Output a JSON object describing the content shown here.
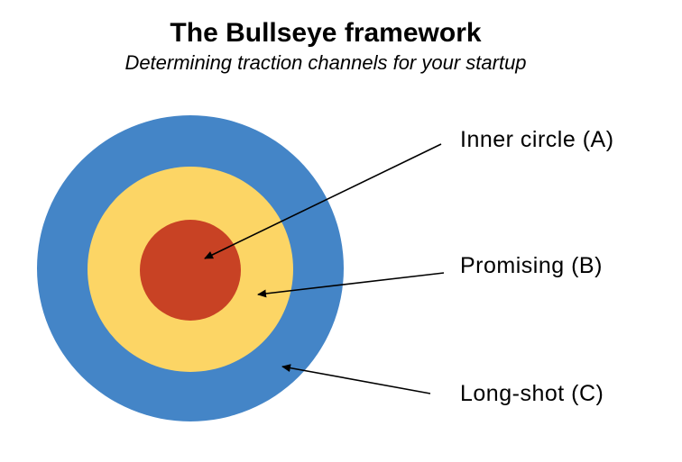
{
  "title": "The Bullseye framework",
  "subtitle": "Determining traction channels for your startup",
  "bullseye": {
    "arrow_color": "#000000",
    "rings": [
      {
        "tier": "C",
        "label": "Long-shot (C)",
        "color": "#4485C7"
      },
      {
        "tier": "B",
        "label": "Promising (B)",
        "color": "#FCD565"
      },
      {
        "tier": "A",
        "label": "Inner circle (A)",
        "color": "#C84224"
      }
    ]
  }
}
